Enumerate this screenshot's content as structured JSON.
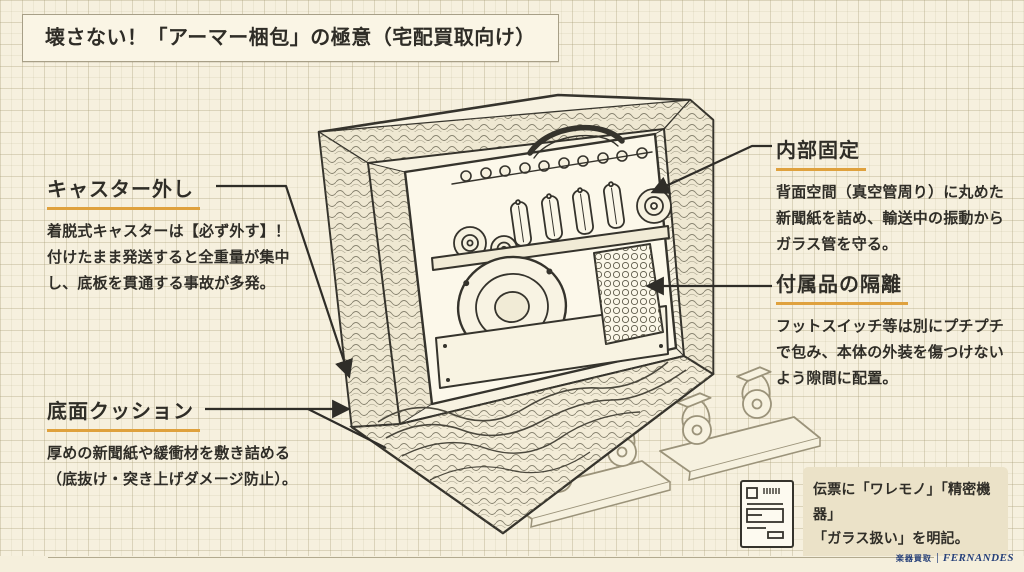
{
  "title": "壊さない！「アーマー梱包」の極意（宅配買取向け）",
  "annotations": {
    "caster_removal": {
      "heading": "キャスター外し",
      "body": "着脱式キャスターは【必ず外す】！\n付けたまま発送すると全重量が集中\nし、底板を貫通する事故が多発。"
    },
    "bottom_cushion": {
      "heading": "底面クッション",
      "body": "厚めの新聞紙や緩衝材を敷き詰める\n（底抜け・突き上げダメージ防止）。"
    },
    "internal_fixing": {
      "heading": "内部固定",
      "body": "背面空間（真空管周り）に丸めた\n新聞紙を詰め、輸送中の振動から\nガラス管を守る。"
    },
    "accessory_isolation": {
      "heading": "付属品の隔離",
      "body": "フットスイッチ等は別にプチプチ\nで包み、本体の外装を傷つけない\nよう隙間に配置。"
    }
  },
  "note": {
    "icon": "shipping-label-icon",
    "text": "伝票に「ワレモノ」「精密機器」\n「ガラス扱い」を明記。"
  },
  "footer": {
    "brand_left": "楽器買取",
    "brand_right": "FERNANDES"
  },
  "colors": {
    "background": "#f6f0de",
    "ink": "#2f2d27",
    "accent_underline": "#dfa13d",
    "note_background": "#ebe2c8",
    "brand_navy": "#27417a"
  }
}
